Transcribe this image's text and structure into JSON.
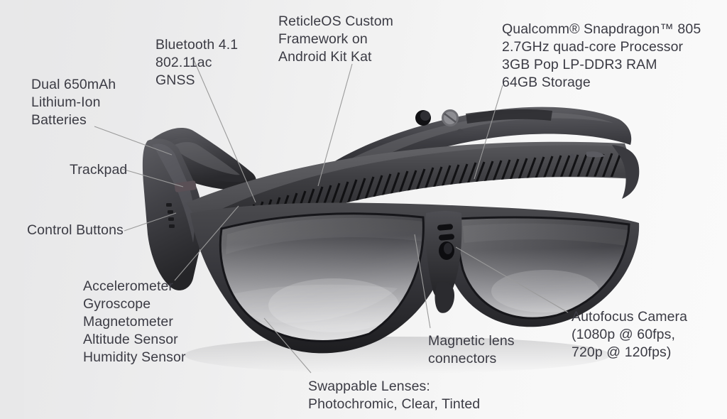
{
  "diagram": {
    "subject": "smart-glasses-exploded-spec-diagram",
    "background_color": "#f1f1f1",
    "text_color": "#3b3b44",
    "leader_line_color": "#9a9a9a"
  },
  "callouts": [
    {
      "id": "battery",
      "name": "dual-batteries",
      "lines": [
        "Dual 650mAh",
        "Lithium-Ion",
        "Batteries"
      ],
      "text": "Dual 650mAh\nLithium-Ion\nBatteries"
    },
    {
      "id": "connectivity",
      "name": "wireless-connectivity",
      "lines": [
        "Bluetooth 4.1",
        "802.11ac",
        "GNSS"
      ],
      "text": "Bluetooth 4.1\n802.11ac\nGNSS"
    },
    {
      "id": "os",
      "name": "operating-system",
      "lines": [
        "ReticleOS Custom",
        "Framework on",
        "Android Kit Kat"
      ],
      "text": "ReticleOS Custom\nFramework on\nAndroid Kit Kat"
    },
    {
      "id": "processor",
      "name": "processor-memory",
      "lines": [
        "Qualcomm® Snapdragon™ 805",
        "2.7GHz quad-core Processor",
        "3GB Pop LP-DDR3 RAM",
        "64GB Storage"
      ],
      "text": "Qualcomm® Snapdragon™ 805\n2.7GHz quad-core Processor\n3GB Pop LP-DDR3 RAM\n64GB Storage"
    },
    {
      "id": "trackpad",
      "name": "trackpad",
      "lines": [
        "Trackpad"
      ],
      "text": "Trackpad"
    },
    {
      "id": "buttons",
      "name": "control-buttons",
      "lines": [
        "Control Buttons"
      ],
      "text": "Control Buttons"
    },
    {
      "id": "sensors",
      "name": "sensor-suite",
      "lines": [
        "Accelerometer",
        "Gyroscope",
        "Magnetometer",
        "Altitude Sensor",
        "Humidity Sensor"
      ],
      "text": "Accelerometer\nGyroscope\nMagnetometer\nAltitude Sensor\nHumidity Sensor"
    },
    {
      "id": "magnetic",
      "name": "magnetic-lens-connectors",
      "lines": [
        "Magnetic lens",
        "connectors"
      ],
      "text": "Magnetic lens\nconnectors"
    },
    {
      "id": "camera",
      "name": "autofocus-camera",
      "lines": [
        "Autofocus Camera",
        "(1080p @ 60fps,",
        "720p @ 120fps)"
      ],
      "text": "Autofocus Camera\n(1080p @ 60fps,\n720p @ 120fps)"
    },
    {
      "id": "lenses",
      "name": "swappable-lenses",
      "lines": [
        "Swappable Lenses:",
        "Photochromic, Clear, Tinted"
      ],
      "text": "Swappable Lenses:\nPhotochromic, Clear, Tinted"
    }
  ]
}
